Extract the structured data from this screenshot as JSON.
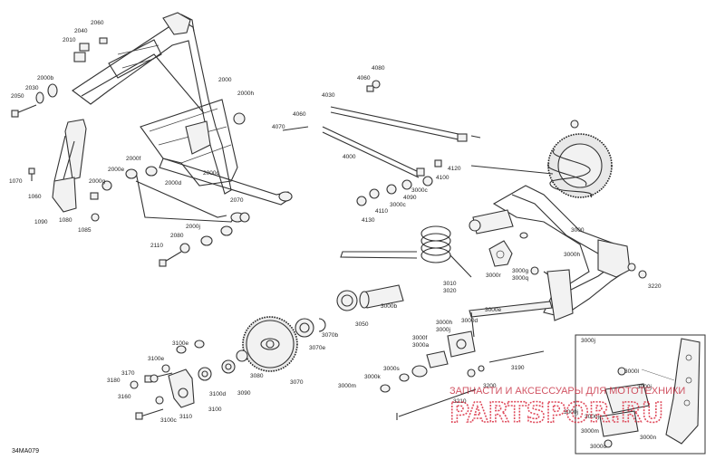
{
  "diagram": {
    "code": "34MA079",
    "parts": {
      "p1070": "1070",
      "p1060": "1060",
      "p1080": "1080",
      "p1085": "1085",
      "p1090": "1090",
      "p2000": "2000",
      "p2000b": "2000b",
      "p2000c": "2000c",
      "p2000d": "2000d",
      "p2000e": "2000e",
      "p2000f": "2000f",
      "p2000g": "2000g",
      "p2000h": "2000h",
      "p2000j": "2000j",
      "p2010": "2010",
      "p2030": "2030",
      "p2040": "2040",
      "p2050": "2050",
      "p2060": "2060",
      "p2070": "2070",
      "p2080": "2080",
      "p2110": "2110",
      "p3000": "3000",
      "p3000a": "3000a",
      "p3000b": "3000b",
      "p3000c": "3000c",
      "p3000d": "3000d",
      "p3000e": "3000e",
      "p3000f": "3000f",
      "p3000g": "3000g",
      "p3000h": "3000h",
      "p3000j": "3000j",
      "p3000k": "3000k",
      "p3000m": "3000m",
      "p3000r": "3000r",
      "p3000s": "3000s",
      "p3000q": "3000q",
      "p3010": "3010",
      "p3020": "3020",
      "p3050": "3050",
      "p3070": "3070",
      "p3070b": "3070b",
      "p3070e": "3070e",
      "p3080": "3080",
      "p3090": "3090",
      "p3100": "3100",
      "p3100c": "3100c",
      "p3100d": "3100d",
      "p3100e": "3100e",
      "p3110": "3110",
      "p3160": "3160",
      "p3170": "3170",
      "p3180": "3180",
      "p3190": "3190",
      "p3200": "3200",
      "p3210": "3210",
      "p3220": "3220",
      "p4000": "4000",
      "p4030": "4030",
      "p4060": "4060",
      "p4070": "4070",
      "p4080": "4080",
      "p4090": "4090",
      "p4100": "4100",
      "p4110": "4110",
      "p4120": "4120",
      "p4130": "4130",
      "d3000l": "3000l",
      "d3000jb": "3000j",
      "d3000jc": "3000j",
      "d3000m": "3000m",
      "d3000n": "3000n",
      "d3000o": "3000o"
    }
  },
  "watermark": {
    "caption": "ЗАПЧАСТИ И АКСЕССУАРЫ ДЛЯ МОТОТЕХНИКИ",
    "logo": "PARTSPOR.RU"
  },
  "colors": {
    "line": "#333333",
    "watermark": "#d81f34",
    "background": "#ffffff"
  }
}
